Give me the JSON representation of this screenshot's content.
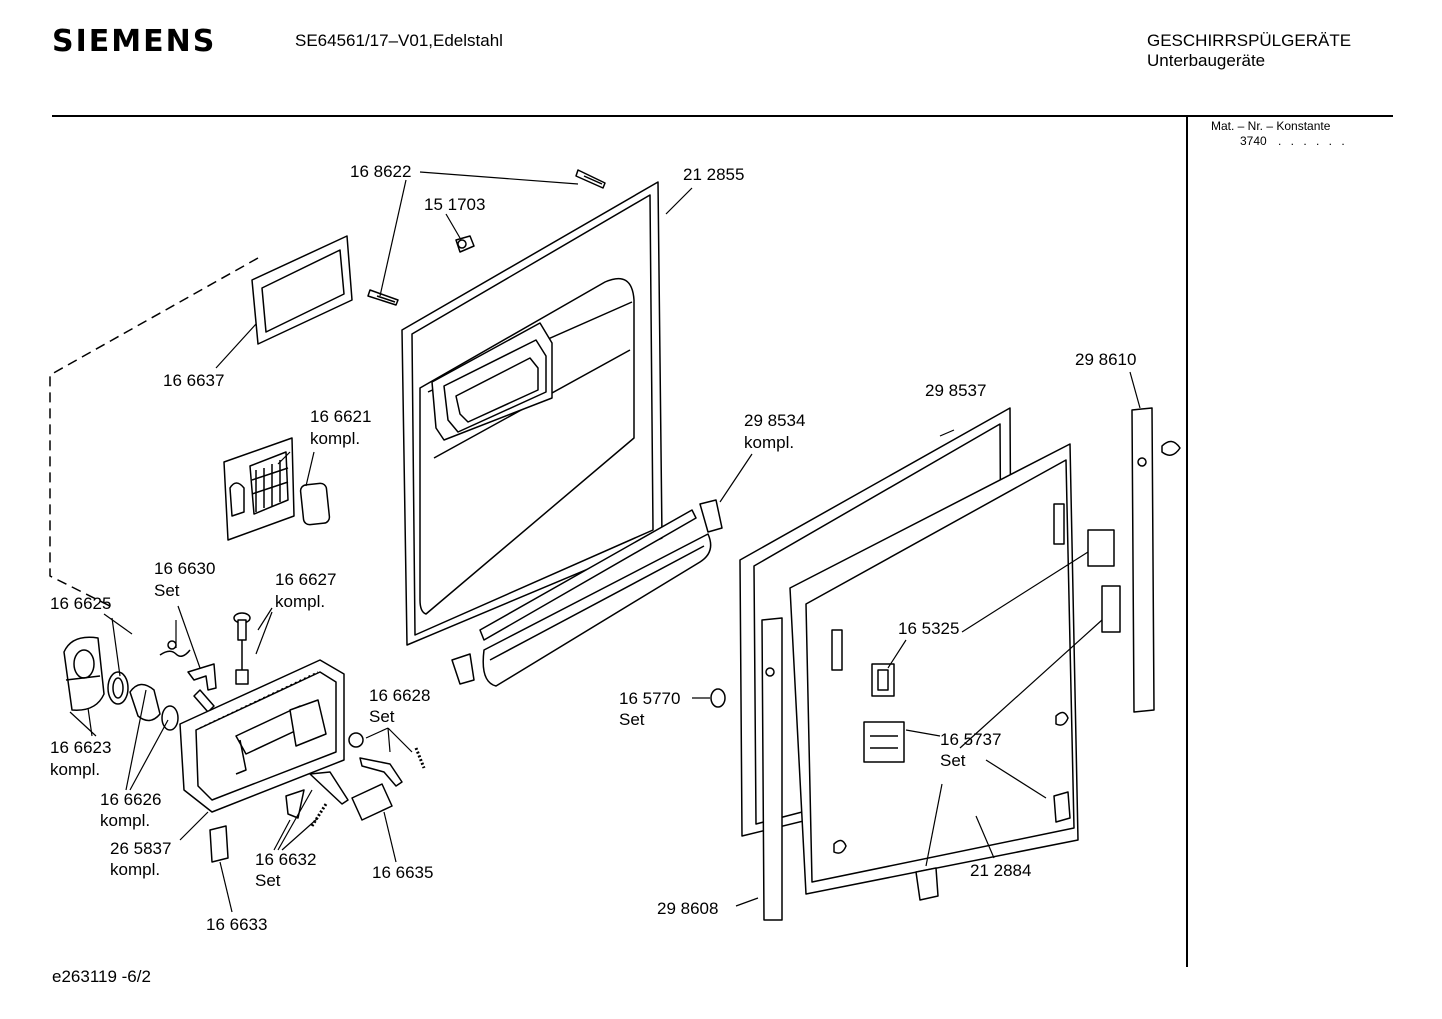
{
  "header": {
    "brand": "SIEMENS",
    "model": "SE64561/17–V01,Edelstahl",
    "category": "GESCHIRRSPÜLGERÄTE",
    "subcategory": "Unterbaugeräte"
  },
  "side_panel": {
    "heading": "Mat. – Nr. – Konstante",
    "value": "3740",
    "dots": ". . . . . ."
  },
  "footer": {
    "code": "e263119 -6/2"
  },
  "parts": [
    {
      "number": "16 8622",
      "note": ""
    },
    {
      "number": "15 1703",
      "note": ""
    },
    {
      "number": "21 2855",
      "note": ""
    },
    {
      "number": "16 6637",
      "note": ""
    },
    {
      "number": "16 6621",
      "note": "kompl."
    },
    {
      "number": "29 8610",
      "note": ""
    },
    {
      "number": "29 8537",
      "note": ""
    },
    {
      "number": "29 8534",
      "note": "kompl."
    },
    {
      "number": "16 6630",
      "note": "Set"
    },
    {
      "number": "16 6627",
      "note": "kompl."
    },
    {
      "number": "16 6625",
      "note": ""
    },
    {
      "number": "16 5325",
      "note": ""
    },
    {
      "number": "16 6628",
      "note": "Set"
    },
    {
      "number": "16 5770",
      "note": "Set"
    },
    {
      "number": "16 6623",
      "note": "kompl."
    },
    {
      "number": "16 5737",
      "note": "Set"
    },
    {
      "number": "16 6626",
      "note": "kompl."
    },
    {
      "number": "26 5837",
      "note": "kompl."
    },
    {
      "number": "16 6632",
      "note": "Set"
    },
    {
      "number": "16 6635",
      "note": ""
    },
    {
      "number": "21 2884",
      "note": ""
    },
    {
      "number": "29 8608",
      "note": ""
    },
    {
      "number": "16 6633",
      "note": ""
    }
  ]
}
